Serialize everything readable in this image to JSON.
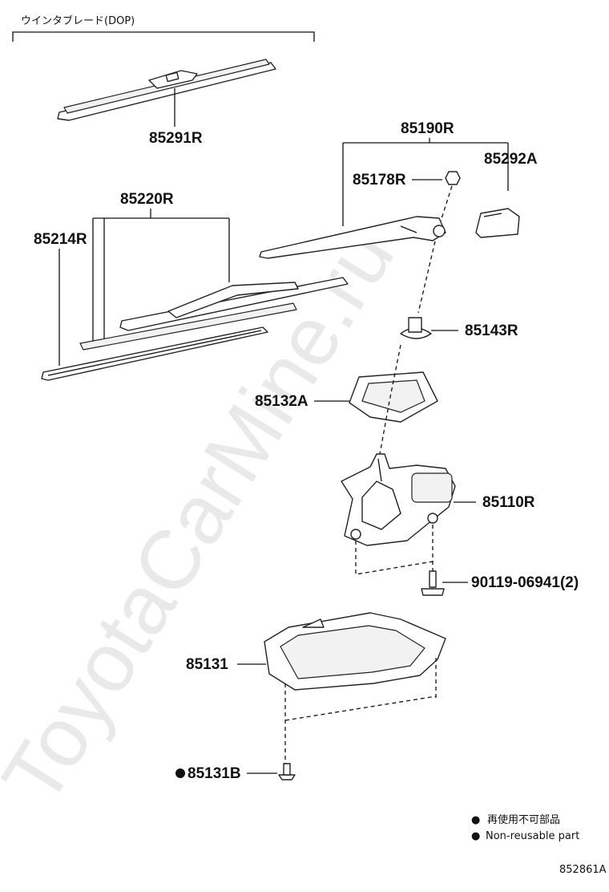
{
  "header": {
    "group_label": "ウインタブレード(DOP)"
  },
  "parts": {
    "p85291R": "85291R",
    "p85220R": "85220R",
    "p85214R": "85214R",
    "p85190R": "85190R",
    "p85178R": "85178R",
    "p85292A": "85292A",
    "p85143R": "85143R",
    "p85132A": "85132A",
    "p85110R": "85110R",
    "p90119": "90119-06941(2)",
    "p85131": "85131",
    "p85131B": "85131B"
  },
  "legend": {
    "symbol": "●",
    "jp": "再使用不可部品",
    "en": "Non-reusable part"
  },
  "watermark": "ToyotaCarMine.ru",
  "figure_id": "852861A"
}
